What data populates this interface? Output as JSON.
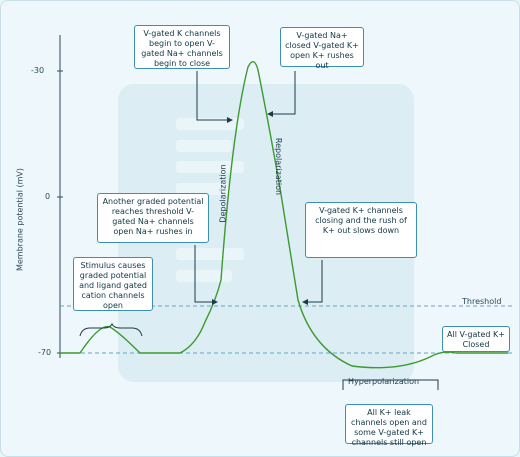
{
  "axis": {
    "title": "Membrane potential (mV)",
    "ticks": [
      "-30",
      "0",
      "-70"
    ]
  },
  "lines": {
    "threshold": "Threshold"
  },
  "phases": {
    "depolarization": "Depolarization",
    "repolarization": "Repolarization",
    "hyperpolarization": "Hyperpolarization"
  },
  "notes": [
    "V-gated K channels begin to open V-gated Na+ channels begin to close",
    "V-gated Na+ closed V-gated K+ open K+ rushes out",
    "Another graded potential reaches threshold V-gated Na+ channels open Na+ rushes in",
    "V-gated K+ channels closing and the rush of K+ out slows down",
    "Stimulus causes graded potential and ligand gated cation channels open",
    "All V-gated K+ Closed",
    "All K+ leak channels open and some V-gated K+ channels still open"
  ]
}
